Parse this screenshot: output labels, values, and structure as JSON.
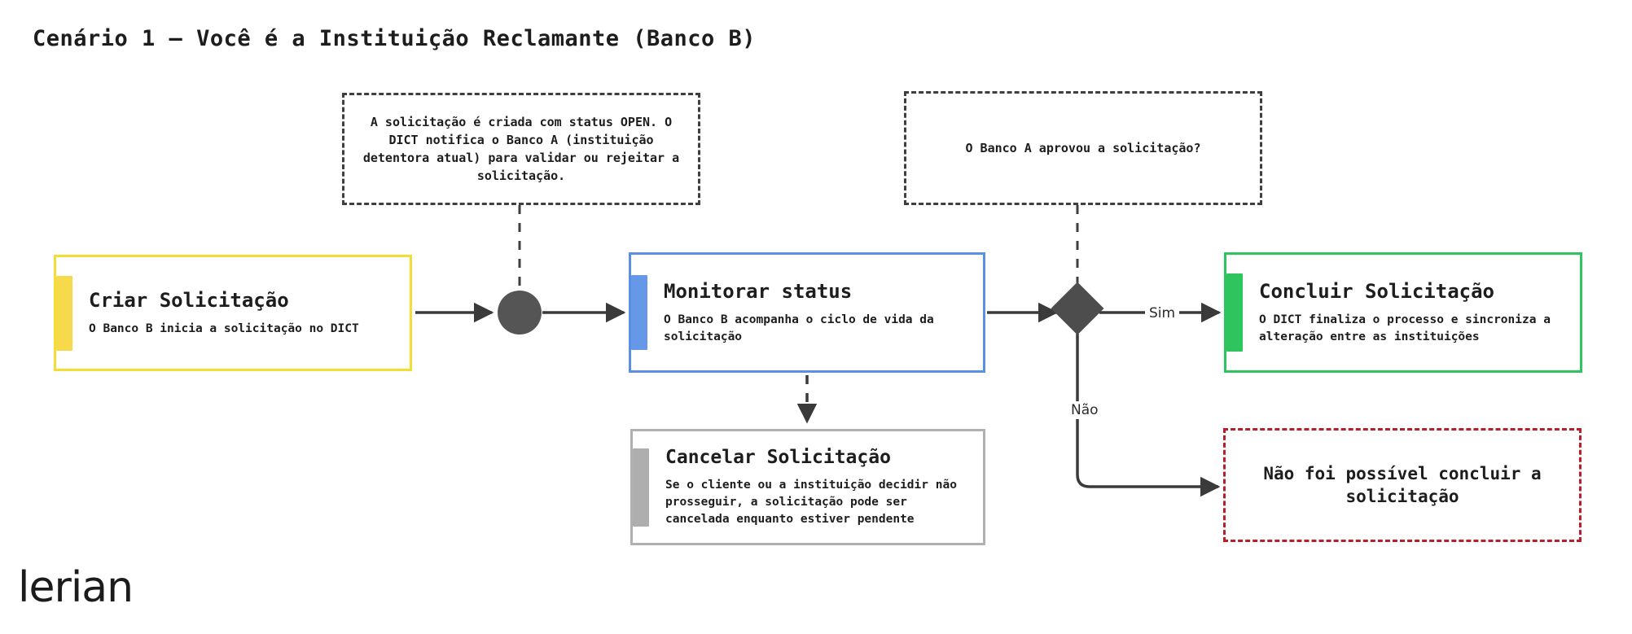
{
  "page": {
    "title": "Cenário 1 – Você é a Instituição Reclamante (Banco B)",
    "brand": "lerian",
    "background": "#ffffff"
  },
  "diagram": {
    "type": "flowchart",
    "nodes": [
      {
        "id": "criar",
        "title": "Criar Solicitação",
        "description": "O Banco B inicia a solicitação no DICT",
        "accent_color": "#f7d94c",
        "border_color": "#f5dd36",
        "shape": "rounded-rect"
      },
      {
        "id": "monitorar",
        "title": "Monitorar status",
        "description": "O Banco B acompanha o ciclo de vida da solicitação",
        "accent_color": "#6698e8",
        "border_color": "#5b8fe0",
        "shape": "rounded-rect"
      },
      {
        "id": "concluir",
        "title": "Concluir Solicitação",
        "description": "O DICT finaliza o processo e sincroniza a alteração entre as instituições",
        "accent_color": "#2ec45e",
        "border_color": "#2ec45e",
        "shape": "rounded-rect"
      },
      {
        "id": "cancelar",
        "title": "Cancelar Solicitação",
        "description": "Se o cliente ou a instituição decidir não prosseguir, a solicitação pode ser cancelada enquanto estiver pendente",
        "accent_color": "#aeaeae",
        "border_color": "#b0b0b0",
        "shape": "rounded-rect"
      },
      {
        "id": "falha",
        "title": "Não foi possível concluir a solicitação",
        "border_color": "#b81f2b",
        "shape": "dashed-rect"
      }
    ],
    "notes": [
      {
        "id": "note-open",
        "text": "A solicitação é criada com status OPEN. O DICT notifica o Banco A (instituição detentora atual) para validar ou rejeitar a solicitação.",
        "border_color": "#3f3f3f"
      },
      {
        "id": "note-aprovou",
        "text": "O Banco A aprovou a solicitação?",
        "border_color": "#3f3f3f"
      }
    ],
    "junctions": [
      {
        "id": "circle-junction",
        "shape": "circle",
        "color": "#555555"
      },
      {
        "id": "decision-diamond",
        "shape": "diamond",
        "color": "#4d4d4d"
      }
    ],
    "edge_labels": {
      "sim": "Sim",
      "nao": "Não"
    }
  }
}
